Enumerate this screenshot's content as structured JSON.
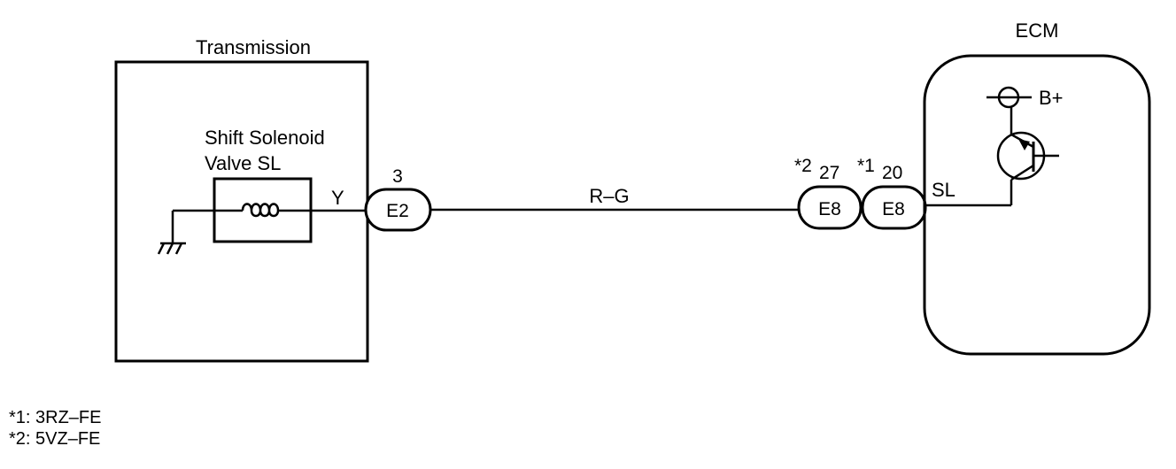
{
  "transmission": {
    "title": "Transmission",
    "solenoid_line1": "Shift Solenoid",
    "solenoid_line2": "Valve SL",
    "wire_color": "Y"
  },
  "connector_e2": {
    "label": "E2",
    "pin": "3"
  },
  "harness_wire": {
    "color_label": "R–G"
  },
  "connector_e8_a": {
    "label": "E8",
    "note": "*2",
    "pin": "27"
  },
  "connector_e8_b": {
    "label": "E8",
    "note": "*1",
    "pin": "20"
  },
  "ecm": {
    "title": "ECM",
    "terminal": "SL",
    "supply": "B+"
  },
  "footnotes": [
    "*1: 3RZ–FE",
    "*2: 5VZ–FE"
  ]
}
